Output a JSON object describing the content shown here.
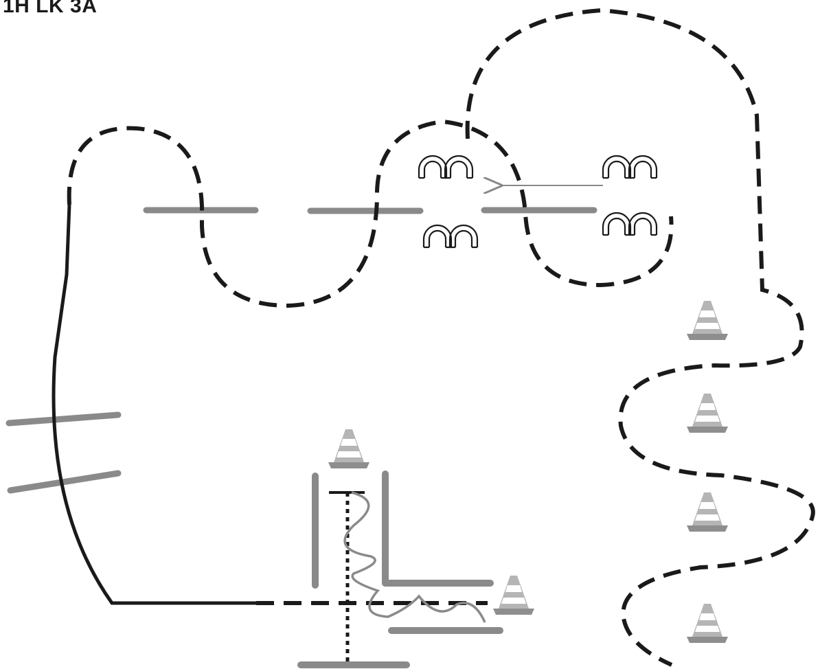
{
  "title": "1H LK 3A",
  "colors": {
    "path": "#1a1a1a",
    "pole": "#8a8a8a",
    "arrow": "#888888",
    "cone_orange": "#c0c0c0",
    "cone_stripe": "#ffffff",
    "background": "#ffffff"
  },
  "icons": {
    "pole": "ground-pole",
    "cavaletti": "cavaletti-arch-pair",
    "cone": "traffic-cone",
    "arrow": "direction-arrow"
  }
}
